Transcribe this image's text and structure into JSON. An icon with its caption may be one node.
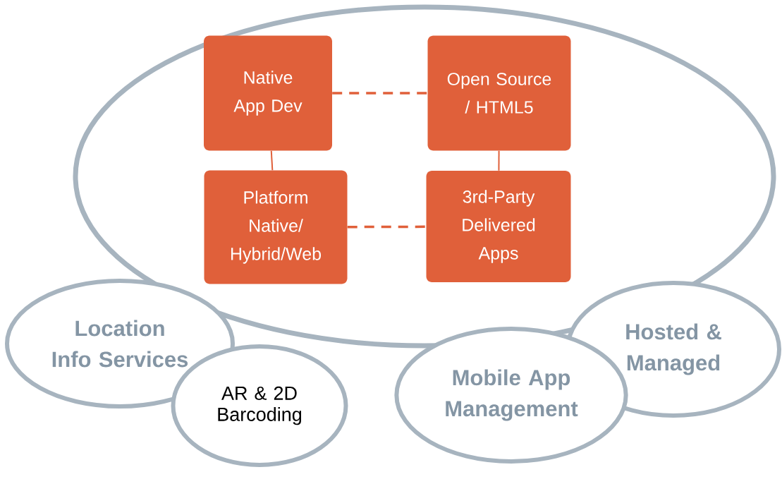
{
  "diagram": {
    "nodes": [
      {
        "text": [],
        "shape": "ellipse"
      },
      {
        "text": [
          "Native App Dev"
        ],
        "in": 0
      },
      {
        "text": [
          "Open Source / HTML5"
        ],
        "in": 0
      },
      {
        "text": [
          "Platform Native/ Hybrid/Web"
        ],
        "in": 0
      },
      {
        "text": [
          "3rd-Party Delivered Apps"
        ],
        "in": 0
      },
      {
        "text": [
          "Location Info Services"
        ]
      },
      {
        "text": [
          "AR & 2D Barcoding"
        ]
      },
      {
        "text": [
          "Mobile App Management"
        ]
      },
      {
        "text": [
          "Hosted & Managed"
        ]
      }
    ],
    "edges": [
      {
        "from": 1,
        "to": 2,
        "arrow": "none",
        "style": "dashed"
      },
      {
        "from": 1,
        "to": 3,
        "arrow": "none"
      },
      {
        "from": 2,
        "to": 4,
        "arrow": "none"
      },
      {
        "from": 3,
        "to": 4,
        "arrow": "none",
        "style": "dashed"
      }
    ]
  }
}
